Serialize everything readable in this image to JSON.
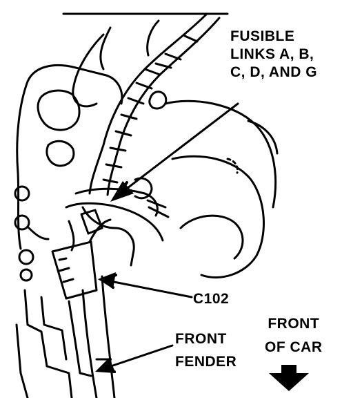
{
  "labels": {
    "fusible_links": [
      "FUSIBLE",
      "LINKS A, B,",
      "C, D, AND G"
    ],
    "connector": "C102",
    "fender": [
      "FRONT",
      "FENDER"
    ],
    "direction": [
      "FRONT",
      "OF CAR"
    ]
  },
  "colors": {
    "ink": "#000000",
    "paper": "#ffffff"
  },
  "icons": {
    "direction": "arrow-down-icon"
  }
}
